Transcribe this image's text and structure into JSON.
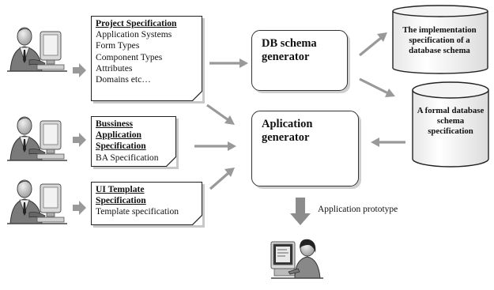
{
  "inputs": [
    {
      "title": "Project Specification",
      "items": [
        "Application Systems",
        "Form Types",
        "Component Types",
        "Attributes",
        "Domains etc…"
      ]
    },
    {
      "title": "Bussiness Application Specification",
      "items": [
        "BA Specification"
      ]
    },
    {
      "title": "UI Template Specification",
      "items": [
        "Template specification"
      ]
    }
  ],
  "processes": {
    "db_schema_generator": "DB schema generator",
    "application_generator": "Aplication generator"
  },
  "outputs": {
    "implementation_spec": "The implementation specification of a database schema",
    "formal_spec": "A formal database schema specification"
  },
  "output_label": "Application prototype",
  "icons": {
    "user": "man-at-computer-icon",
    "end_user": "woman-at-computer-icon"
  },
  "colors": {
    "arrow": "#999999",
    "border": "#222222",
    "shadow": "#c8c8c8",
    "cylinder_top": "#f4f4f4"
  }
}
